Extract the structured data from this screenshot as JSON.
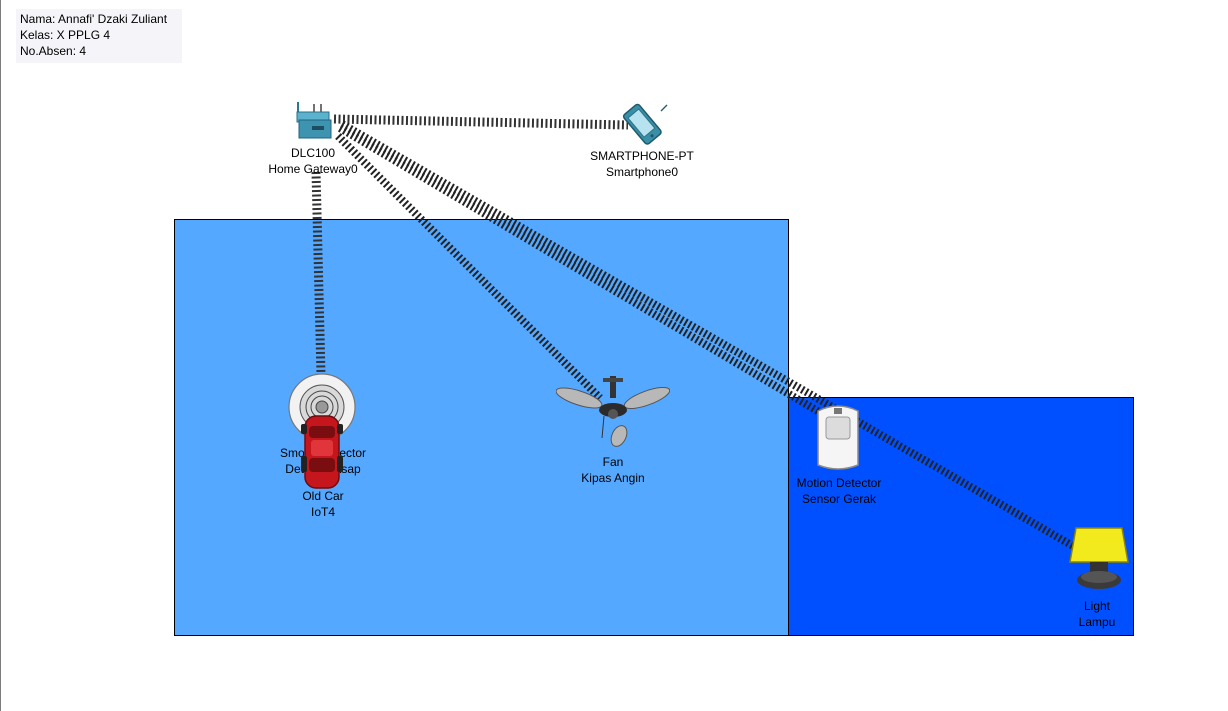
{
  "note": {
    "line1": "Nama: Annafi' Dzaki Zuliant",
    "line2": "Kelas: X PPLG 4",
    "line3": "No.Absen: 4"
  },
  "devices": {
    "gateway": {
      "model": "DLC100",
      "name": "Home Gateway0"
    },
    "smartphone": {
      "model": "SMARTPHONE-PT",
      "name": "Smartphone0"
    },
    "smoke": {
      "model": "Smoke Detector",
      "name": "Detektor Asap"
    },
    "car": {
      "model": "Old Car",
      "name": "IoT4"
    },
    "fan": {
      "model": "Fan",
      "name": "Kipas Angin"
    },
    "motion": {
      "model": "Motion Detector",
      "name": "Sensor Gerak"
    },
    "light": {
      "model": "Light",
      "name": "Lampu"
    }
  },
  "colors": {
    "zone_light": "#55a8ff",
    "zone_dark": "#0050ff",
    "link": "#2a2a2a"
  }
}
